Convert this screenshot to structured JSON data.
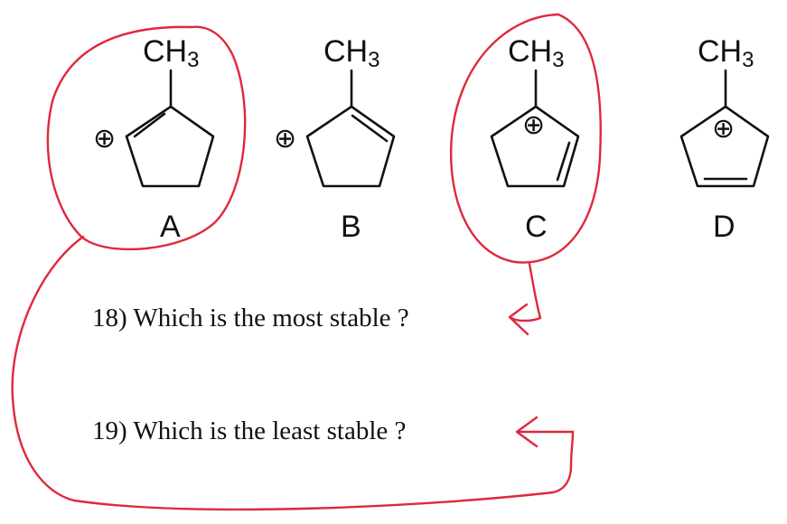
{
  "structures": [
    {
      "group": "CH",
      "subscript": "3",
      "label": "A",
      "charge": "⊕"
    },
    {
      "group": "CH",
      "subscript": "3",
      "label": "B",
      "charge": "⊕"
    },
    {
      "group": "CH",
      "subscript": "3",
      "label": "C",
      "charge": "⊕"
    },
    {
      "group": "CH",
      "subscript": "3",
      "label": "D",
      "charge": "⊕"
    }
  ],
  "questions": [
    {
      "text": "18) Which is the most stable ?"
    },
    {
      "text": "19) Which is the least stable ?"
    }
  ],
  "colors": {
    "ink": "#111111",
    "annotation": "#e0283c"
  }
}
